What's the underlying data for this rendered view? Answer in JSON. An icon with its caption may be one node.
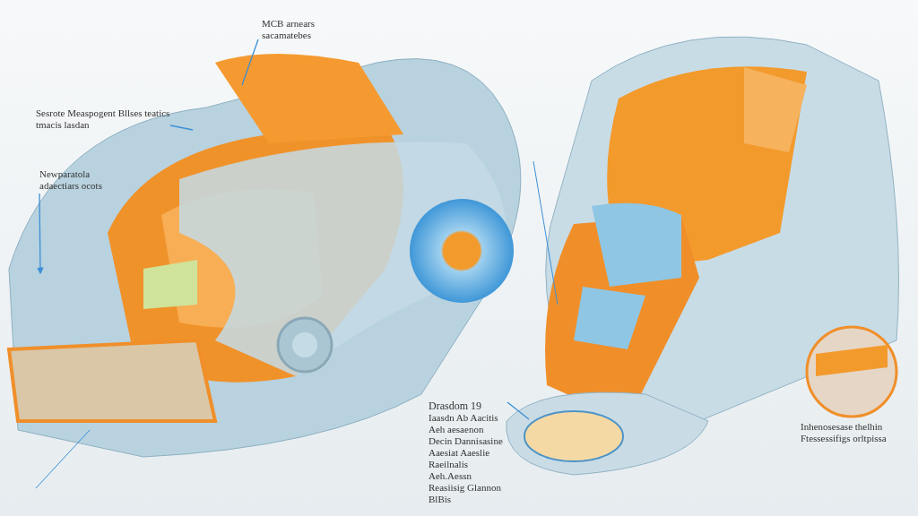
{
  "diagram": {
    "nodes": [
      {
        "text": [
          "MCB arnears sacamatebes"
        ]
      },
      {
        "text": [
          "Sesrote Measpogent Bllses teatics tmacis lasdan"
        ]
      },
      {
        "text": [
          "Newparatola adaectiars ocots"
        ]
      },
      {
        "text": [
          "Drasdom 19",
          "Iaasdn Ab Aacitis Aeh aesaenon Decin Dannisasine Aaesiat Aaeslie Raeilnalis Aeh.Aessn Reasiisig Glannon BlBis"
        ]
      },
      {
        "text": [
          "Inhenosesase thelhin Ftessessifigs orltpissa"
        ]
      }
    ],
    "edges": [
      {
        "from": 0,
        "to": null,
        "arrow": "none"
      },
      {
        "from": 1,
        "to": null,
        "arrow": "none"
      },
      {
        "from": 2,
        "to": null,
        "arrow": "to"
      },
      {
        "from": 3,
        "to": null,
        "arrow": "none"
      }
    ]
  }
}
